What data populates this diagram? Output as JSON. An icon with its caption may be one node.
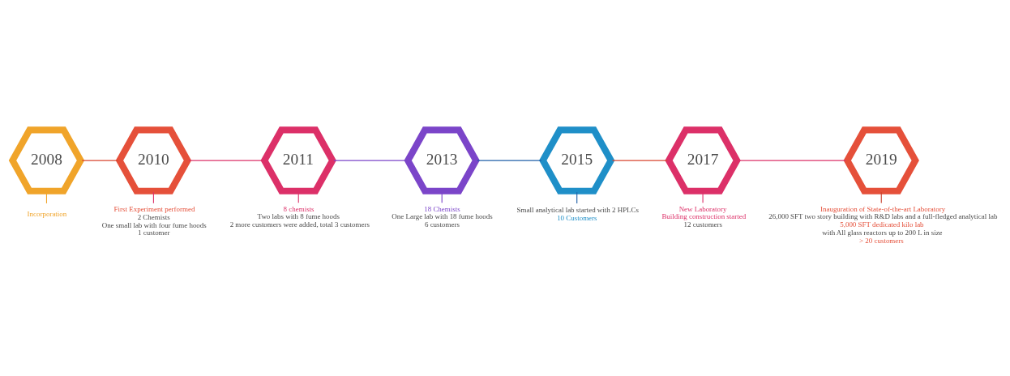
{
  "diagram": {
    "nodes": [
      {
        "text": [
          "2008"
        ]
      },
      {
        "text": [
          "2010"
        ]
      },
      {
        "text": [
          "2011"
        ]
      },
      {
        "text": [
          "2013"
        ]
      },
      {
        "text": [
          "2015"
        ]
      },
      {
        "text": [
          "2017"
        ]
      },
      {
        "text": [
          "2019"
        ]
      },
      {
        "text": [
          "Incorporation"
        ]
      },
      {
        "text": [
          "First Experiment performed",
          "2 Chemists",
          "One small lab with four fume hoods",
          "1 customer"
        ]
      },
      {
        "text": [
          "8 chemists",
          "Two labs with 8 fume hoods",
          "2 more customers were added, total 3 customers"
        ]
      },
      {
        "text": [
          "18 Chemists",
          "One Large lab with 18 fume hoods",
          "6 customers"
        ]
      },
      {
        "text": [
          "Small analytical lab started with 2 HPLCs",
          "10 Customers"
        ]
      },
      {
        "text": [
          "New Laboratory",
          "Building construction started",
          "12 customers"
        ]
      },
      {
        "text": [
          "Inauguration of State-of-the-art Laboratory",
          "26,000 SFT two story building with R&D labs and a full-fledged analytical lab",
          "5,000 SFT dedicated kilo lab",
          "with All glass reactors up to 200 L in size",
          "> 20 customers"
        ]
      }
    ],
    "edges": [
      {
        "from": 0,
        "to": 1,
        "arrow": "none",
        "color": "#d9442e"
      },
      {
        "from": 1,
        "to": 2,
        "arrow": "none",
        "color": "#dc3068"
      },
      {
        "from": 2,
        "to": 3,
        "arrow": "none",
        "color": "#7b45c9"
      },
      {
        "from": 3,
        "to": 4,
        "arrow": "none",
        "color": "#1f5fa8"
      },
      {
        "from": 4,
        "to": 5,
        "arrow": "none",
        "color": "#d9442e"
      },
      {
        "from": 5,
        "to": 6,
        "arrow": "none",
        "color": "#dc3068"
      },
      {
        "from": 0,
        "to": 7,
        "arrow": "none",
        "color": "#f0a42a"
      },
      {
        "from": 1,
        "to": 8,
        "arrow": "none",
        "color": "#dc3068"
      },
      {
        "from": 2,
        "to": 9,
        "arrow": "none",
        "color": "#dc3068"
      },
      {
        "from": 3,
        "to": 10,
        "arrow": "none",
        "color": "#7b45c9"
      },
      {
        "from": 4,
        "to": 11,
        "arrow": "none",
        "color": "#1f5fa8"
      },
      {
        "from": 5,
        "to": 12,
        "arrow": "none",
        "color": "#dc3068"
      },
      {
        "from": 6,
        "to": 13,
        "arrow": "none",
        "color": "#c8402c"
      }
    ]
  }
}
